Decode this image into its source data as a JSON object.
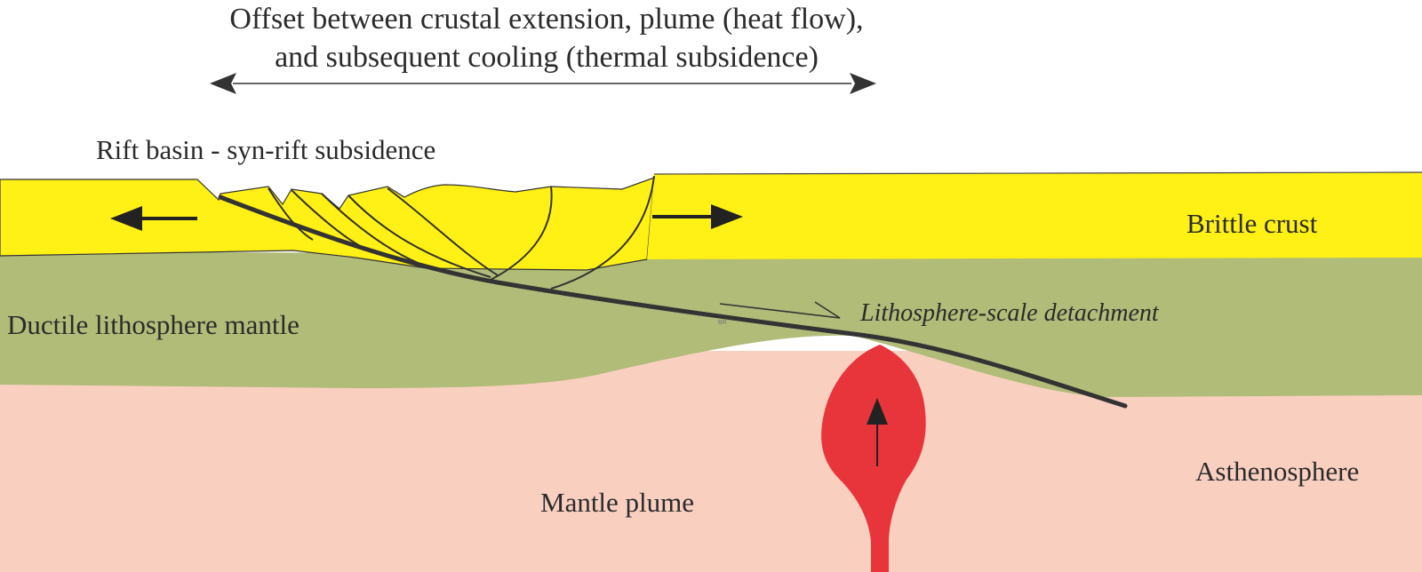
{
  "title": {
    "line1": "Offset between crustal extension, plume (heat flow),",
    "line2": "and subsequent cooling (thermal subsidence)"
  },
  "labels": {
    "rift_basin": "Rift basin - syn-rift subsidence",
    "brittle_crust": "Brittle  crust",
    "ductile_mantle": "Ductile lithosphere mantle",
    "detachment": "Lithosphere-scale detachment",
    "asthenosphere": "Asthenosphere",
    "mantle_plume": "Mantle plume"
  },
  "colors": {
    "brittle_crust": "#fff015",
    "ductile_mantle": "#b0bc78",
    "asthenosphere": "#f9cfc0",
    "plume": "#e8353c",
    "lines": "#333333"
  }
}
